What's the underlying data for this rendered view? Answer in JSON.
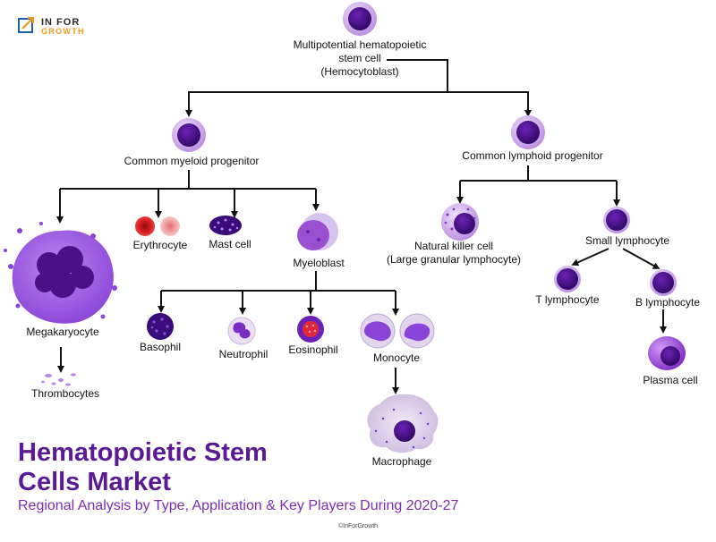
{
  "logo": {
    "line1": "IN FOR",
    "line2": "GROWTH"
  },
  "nodes": {
    "hsc": [
      "Multipotential hematopoietic",
      "stem cell",
      "(Hemocytoblast)"
    ],
    "myeloid": "Common myeloid progenitor",
    "lymphoid": "Common lymphoid progenitor",
    "megakaryocyte": "Megakaryocyte",
    "thrombocytes": "Thrombocytes",
    "erythrocyte": "Erythrocyte",
    "mast_cell": "Mast cell",
    "myeloblast": "Myeloblast",
    "basophil": "Basophil",
    "neutrophil": "Neutrophil",
    "eosinophil": "Eosinophil",
    "monocyte": "Monocyte",
    "macrophage": "Macrophage",
    "nk_cell": [
      "Natural killer cell",
      "(Large granular lymphocyte)"
    ],
    "small_lymphocyte": "Small lymphocyte",
    "t_lymphocyte": "T lymphocyte",
    "b_lymphocyte": "B lymphocyte",
    "plasma_cell": "Plasma cell"
  },
  "title": {
    "line1": "Hematopoietic Stem",
    "line2": "Cells Market"
  },
  "subtitle": "Regional Analysis by Type, Application & Key Players During 2020-27",
  "copyright": "©InForGrowth",
  "colors": {
    "brand_purple": "#5b1a95",
    "subtitle_purple": "#7b2fb4",
    "logo_orange": "#f39a1e",
    "cell_membrane": "#c9a6e6",
    "nucleus": "#4a1088",
    "megakaryocyte": "#a05ee0",
    "erythrocyte": "#e02a2a"
  }
}
